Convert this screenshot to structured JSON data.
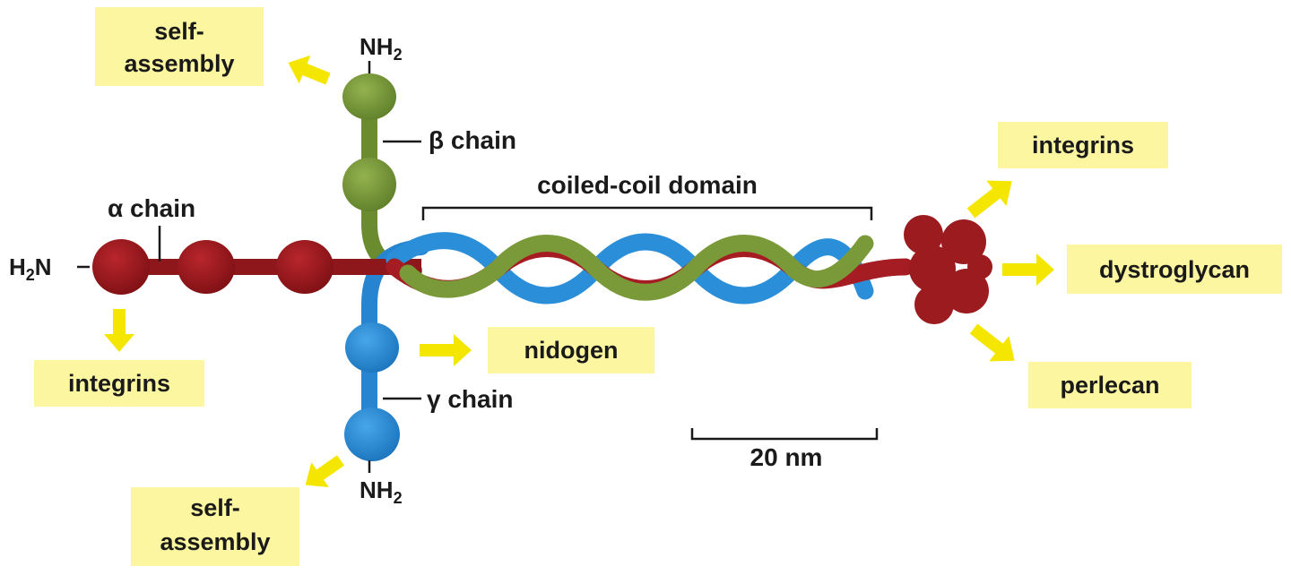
{
  "labels": {
    "self_assembly_top": [
      "self-",
      "assembly"
    ],
    "self_assembly_bottom": [
      "self-",
      "assembly"
    ],
    "integrins_left": "integrins",
    "integrins_right": "integrins",
    "nidogen": "nidogen",
    "dystroglycan": "dystroglycan",
    "perlecan": "perlecan",
    "beta_chain": "β chain",
    "alpha_chain": "α chain",
    "gamma_chain": "γ chain",
    "coiled_coil": "coiled-coil domain",
    "scale": "20 nm",
    "nh2_top_main": "NH",
    "nh2_top_sub": "2",
    "nh2_bottom_main": "NH",
    "nh2_bottom_sub": "2",
    "h2n_h": "H",
    "h2n_sub": "2",
    "h2n_n": "N"
  },
  "colors": {
    "alpha": "#9b1b1f",
    "beta": "#7a9a3a",
    "gamma": "#2a8fd8",
    "label_box": "#fdf6a0",
    "arrow": "#f5e600"
  }
}
